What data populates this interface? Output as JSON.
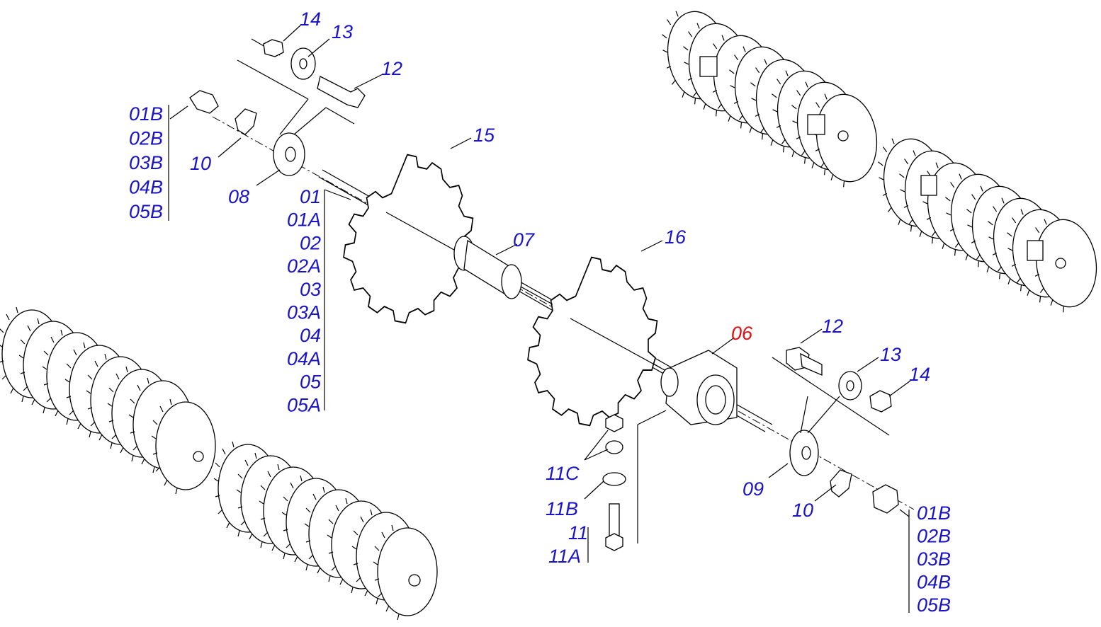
{
  "labels": {
    "p14_top": "14",
    "p13_top": "13",
    "p12_top": "12",
    "p10_top": "10",
    "p08": "08",
    "p15": "15",
    "p07": "07",
    "p16": "16",
    "p06": "06",
    "p12_right": "12",
    "p13_right": "13",
    "p14_right": "14",
    "p09": "09",
    "p10_right": "10",
    "p11C": "11C",
    "p11B": "11B",
    "p11": "11",
    "p11A": "11A"
  },
  "left_group": [
    "01B",
    "02B",
    "03B",
    "04B",
    "05B"
  ],
  "right_group": [
    "01B",
    "02B",
    "03B",
    "04B",
    "05B"
  ],
  "shaft_group": [
    "01",
    "01A",
    "02",
    "02A",
    "03",
    "03A",
    "04",
    "04A",
    "05",
    "05A"
  ],
  "colors": {
    "label": "#1a14c8",
    "highlight": "#e01010",
    "line": "#000000"
  }
}
